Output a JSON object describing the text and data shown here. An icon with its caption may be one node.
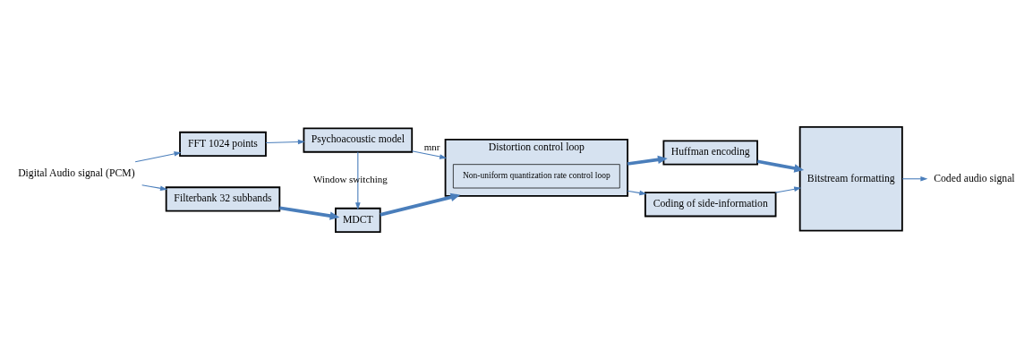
{
  "diagram": {
    "nodes": [
      {
        "text": [
          "Digital Audio signal (PCM)"
        ]
      },
      {
        "text": [
          "Filterbank 32 subbands"
        ]
      },
      {
        "text": [
          "MDCT"
        ]
      },
      {
        "text": [
          "Distortion control loop"
        ]
      },
      {
        "text": [
          "Non-uniform quantization rate control loop"
        ],
        "in": 3
      },
      {
        "text": [
          "Huffman encoding"
        ]
      },
      {
        "text": [
          "Bitstream formatting"
        ]
      },
      {
        "text": [
          "Coded audio signal"
        ]
      },
      {
        "text": [
          "FFT 1024 points"
        ]
      },
      {
        "text": [
          "Psychoacoustic model"
        ]
      },
      {
        "text": [
          "Coding of side-information"
        ]
      }
    ],
    "edges": [
      {
        "from": 0,
        "to": 1,
        "arrow": "to"
      },
      {
        "from": 0,
        "to": 8,
        "arrow": "to"
      },
      {
        "from": 1,
        "to": 2,
        "arrow": "to",
        "style": "thick"
      },
      {
        "from": 2,
        "to": 3,
        "arrow": "to",
        "style": "thick"
      },
      {
        "from": 3,
        "to": 5,
        "arrow": "to",
        "style": "thick"
      },
      {
        "from": 5,
        "to": 6,
        "arrow": "to",
        "style": "thick"
      },
      {
        "from": 8,
        "to": 9,
        "arrow": "to"
      },
      {
        "from": 9,
        "to": 2,
        "arrow": "to",
        "label": "Window switching"
      },
      {
        "from": 9,
        "to": 3,
        "arrow": "to",
        "label": "mnr"
      },
      {
        "from": 3,
        "to": 10,
        "arrow": "to"
      },
      {
        "from": 10,
        "to": 6,
        "arrow": "to"
      },
      {
        "from": 6,
        "to": 7,
        "arrow": "to"
      }
    ]
  }
}
